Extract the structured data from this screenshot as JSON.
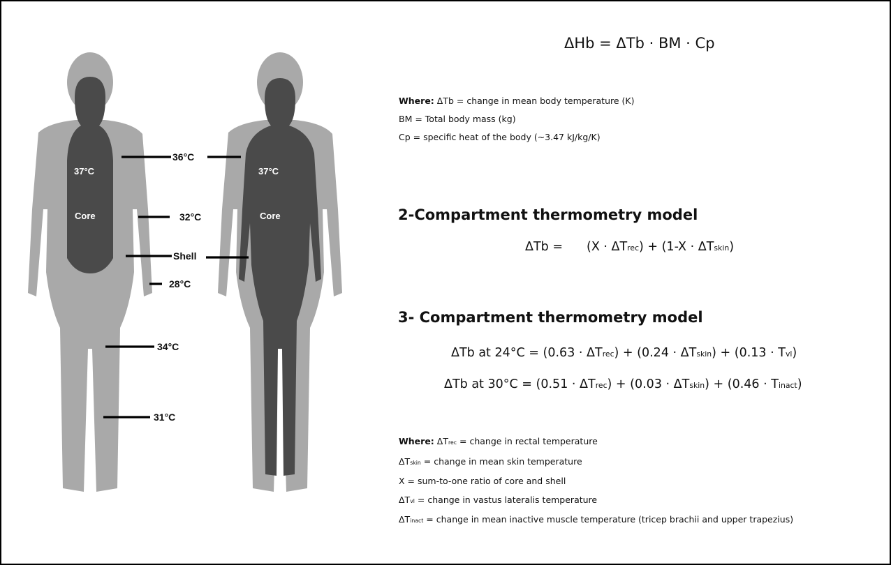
{
  "equation_main": "ΔHb = ΔTb · BM · Cp",
  "definitions_top": {
    "where_label": "Where:",
    "tb": " ΔTb = change in mean body temperature (K)",
    "bm": "BM = Total body mass (kg)",
    "cp": "Cp = specific heat of the body (~3.47 kJ/kg/K)"
  },
  "model2": {
    "heading": "2-Compartment thermometry model",
    "lhs": "ΔTb =",
    "t1": "(X · ΔT",
    "s1": "rec",
    "t2": ") + (1-X · ΔT",
    "s2": "skin",
    "t3": ")"
  },
  "model3": {
    "heading": "3- Compartment thermometry model",
    "row1": {
      "lhs": "ΔTb at 24°C =",
      "a": "(0.63 · ΔT",
      "as": "rec",
      "b": ") + (0.24 · ΔT",
      "bs": "skin",
      "c": ") + (0.13 · T",
      "cs": "vl",
      "d": ")"
    },
    "row2": {
      "lhs": "ΔTb at 30°C =",
      "a": "(0.51 · ΔT",
      "as": "rec",
      "b": ") + (0.03 · ΔT",
      "bs": "skin",
      "c": ") + (0.46 · T",
      "cs": "inact",
      "d": ")"
    }
  },
  "definitions_bottom": {
    "where_label": "Where:",
    "rec_pre": " ΔT",
    "rec_sub": "rec",
    "rec_post": " = change in rectal temperature",
    "skin_pre": "ΔT",
    "skin_sub": "skin",
    "skin_post": " = change in mean skin temperature",
    "x_def": "X = sum-to-one ratio of core and shell",
    "vl_pre": "ΔT",
    "vl_sub": "vl",
    "vl_post": " = change in vastus lateralis temperature",
    "inact_pre": "ΔT",
    "inact_sub": "inact",
    "inact_post": " = change in mean inactive muscle temperature (tricep brachii and upper trapezius)"
  },
  "figure": {
    "left_core_temp": "37°C",
    "left_core_label": "Core",
    "right_core_temp": "37°C",
    "right_core_label": "Core",
    "temps": [
      "36°C",
      "32°C",
      "Shell",
      "28°C",
      "34°C",
      "31°C"
    ],
    "colors": {
      "shell": "#a9a9a9",
      "core": "#4a4a4a",
      "leader": "#000000"
    }
  }
}
